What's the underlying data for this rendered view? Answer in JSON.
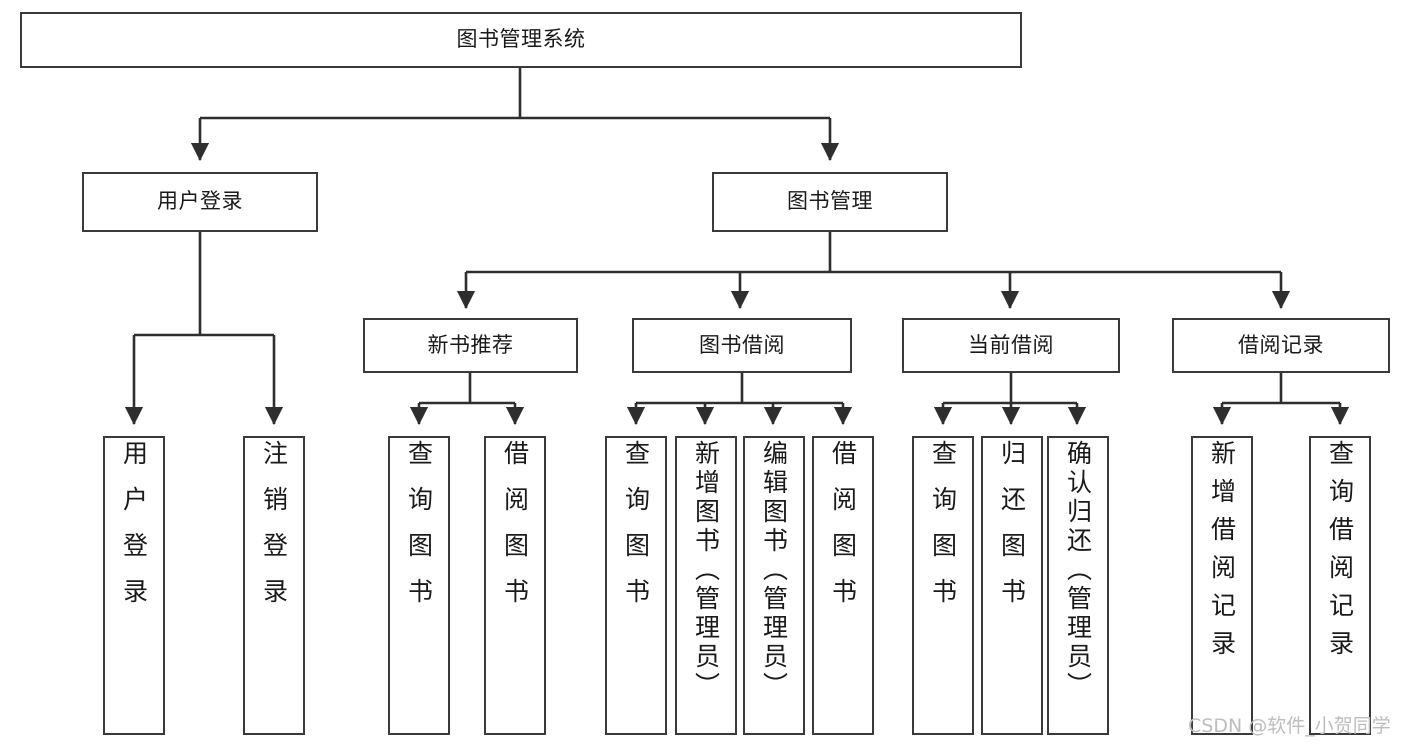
{
  "diagram": {
    "title": "图书管理系统",
    "type": "tree-hierarchy-chart",
    "root": {
      "label": "图书管理系统"
    },
    "level2": [
      {
        "label": "用户登录"
      },
      {
        "label": "图书管理"
      }
    ],
    "level3": [
      {
        "label": "新书推荐"
      },
      {
        "label": "图书借阅"
      },
      {
        "label": "当前借阅"
      },
      {
        "label": "借阅记录"
      }
    ],
    "leaves": {
      "user_login": [
        {
          "label": "用户登录"
        },
        {
          "label": "注销登录"
        }
      ],
      "new_book_recommend": [
        {
          "label": "查询图书"
        },
        {
          "label": "借阅图书"
        }
      ],
      "book_borrow": [
        {
          "label": "查询图书"
        },
        {
          "label": "新增图书（管理员）"
        },
        {
          "label": "编辑图书（管理员）"
        },
        {
          "label": "借阅图书"
        }
      ],
      "current_borrow": [
        {
          "label": "查询图书"
        },
        {
          "label": "归还图书"
        },
        {
          "label": "确认归还（管理员）"
        }
      ],
      "borrow_record": [
        {
          "label": "新增借阅记录"
        },
        {
          "label": "查询借阅记录"
        }
      ]
    }
  },
  "watermark": {
    "text": "CSDN @软件_小贺同学"
  },
  "colors": {
    "border": "#3a3a3a",
    "background": "#ffffff",
    "text": "#1a1a1a",
    "watermark": "#bdbdbd"
  }
}
